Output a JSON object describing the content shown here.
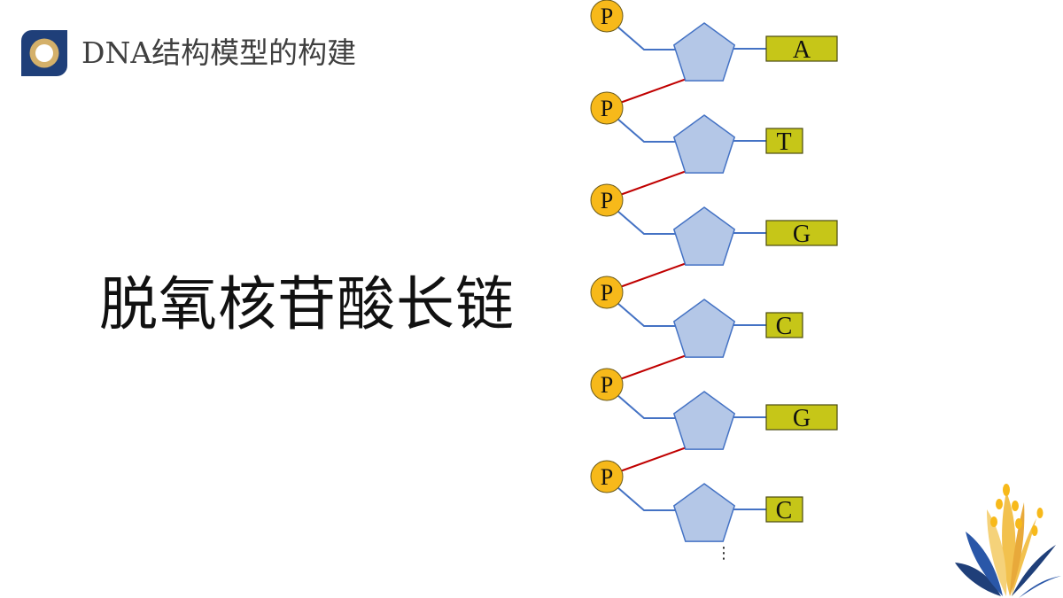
{
  "header": {
    "title": "DNA结构模型的构建"
  },
  "main": {
    "title": "脱氧核苷酸长链"
  },
  "diagram": {
    "phosphate_label": "P",
    "bases": [
      "A",
      "T",
      "G",
      "C",
      "G",
      "C"
    ],
    "continuation": "⋮",
    "colors": {
      "phosphate_fill": "#f7b91a",
      "sugar_fill": "#b4c7e7",
      "base_fill": "#c6c618",
      "chain_bond": "#c00000",
      "inner_bond": "#4472c4",
      "logo_blue": "#1f3f79",
      "logo_gold": "#d4b06a"
    }
  }
}
